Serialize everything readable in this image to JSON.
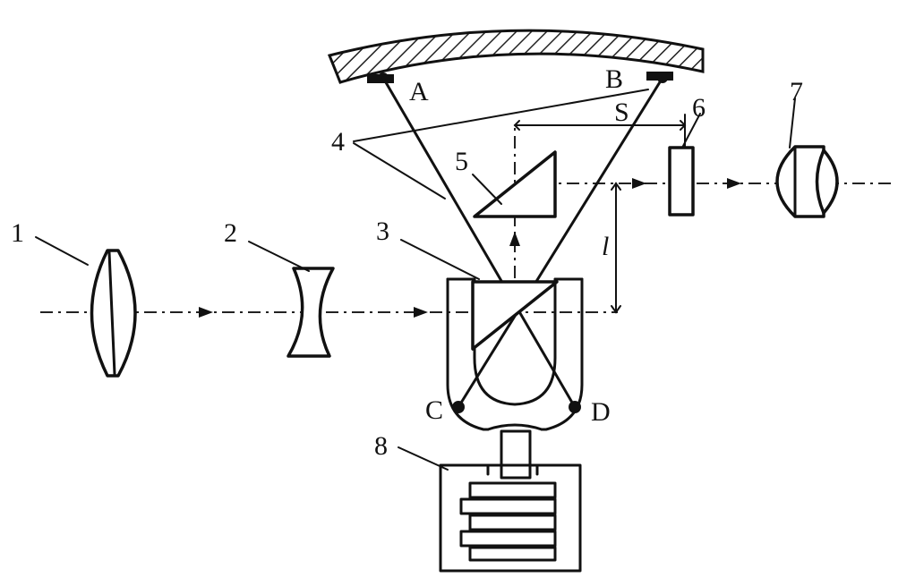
{
  "labels": {
    "n1": "1",
    "n2": "2",
    "n3": "3",
    "n4": "4",
    "n5": "5",
    "n6": "6",
    "n7": "7",
    "n8": "8",
    "A": "A",
    "B": "B",
    "C": "C",
    "D": "D",
    "S": "S",
    "l": "l"
  },
  "colors": {
    "ink": "#111111",
    "background": "#ffffff"
  }
}
